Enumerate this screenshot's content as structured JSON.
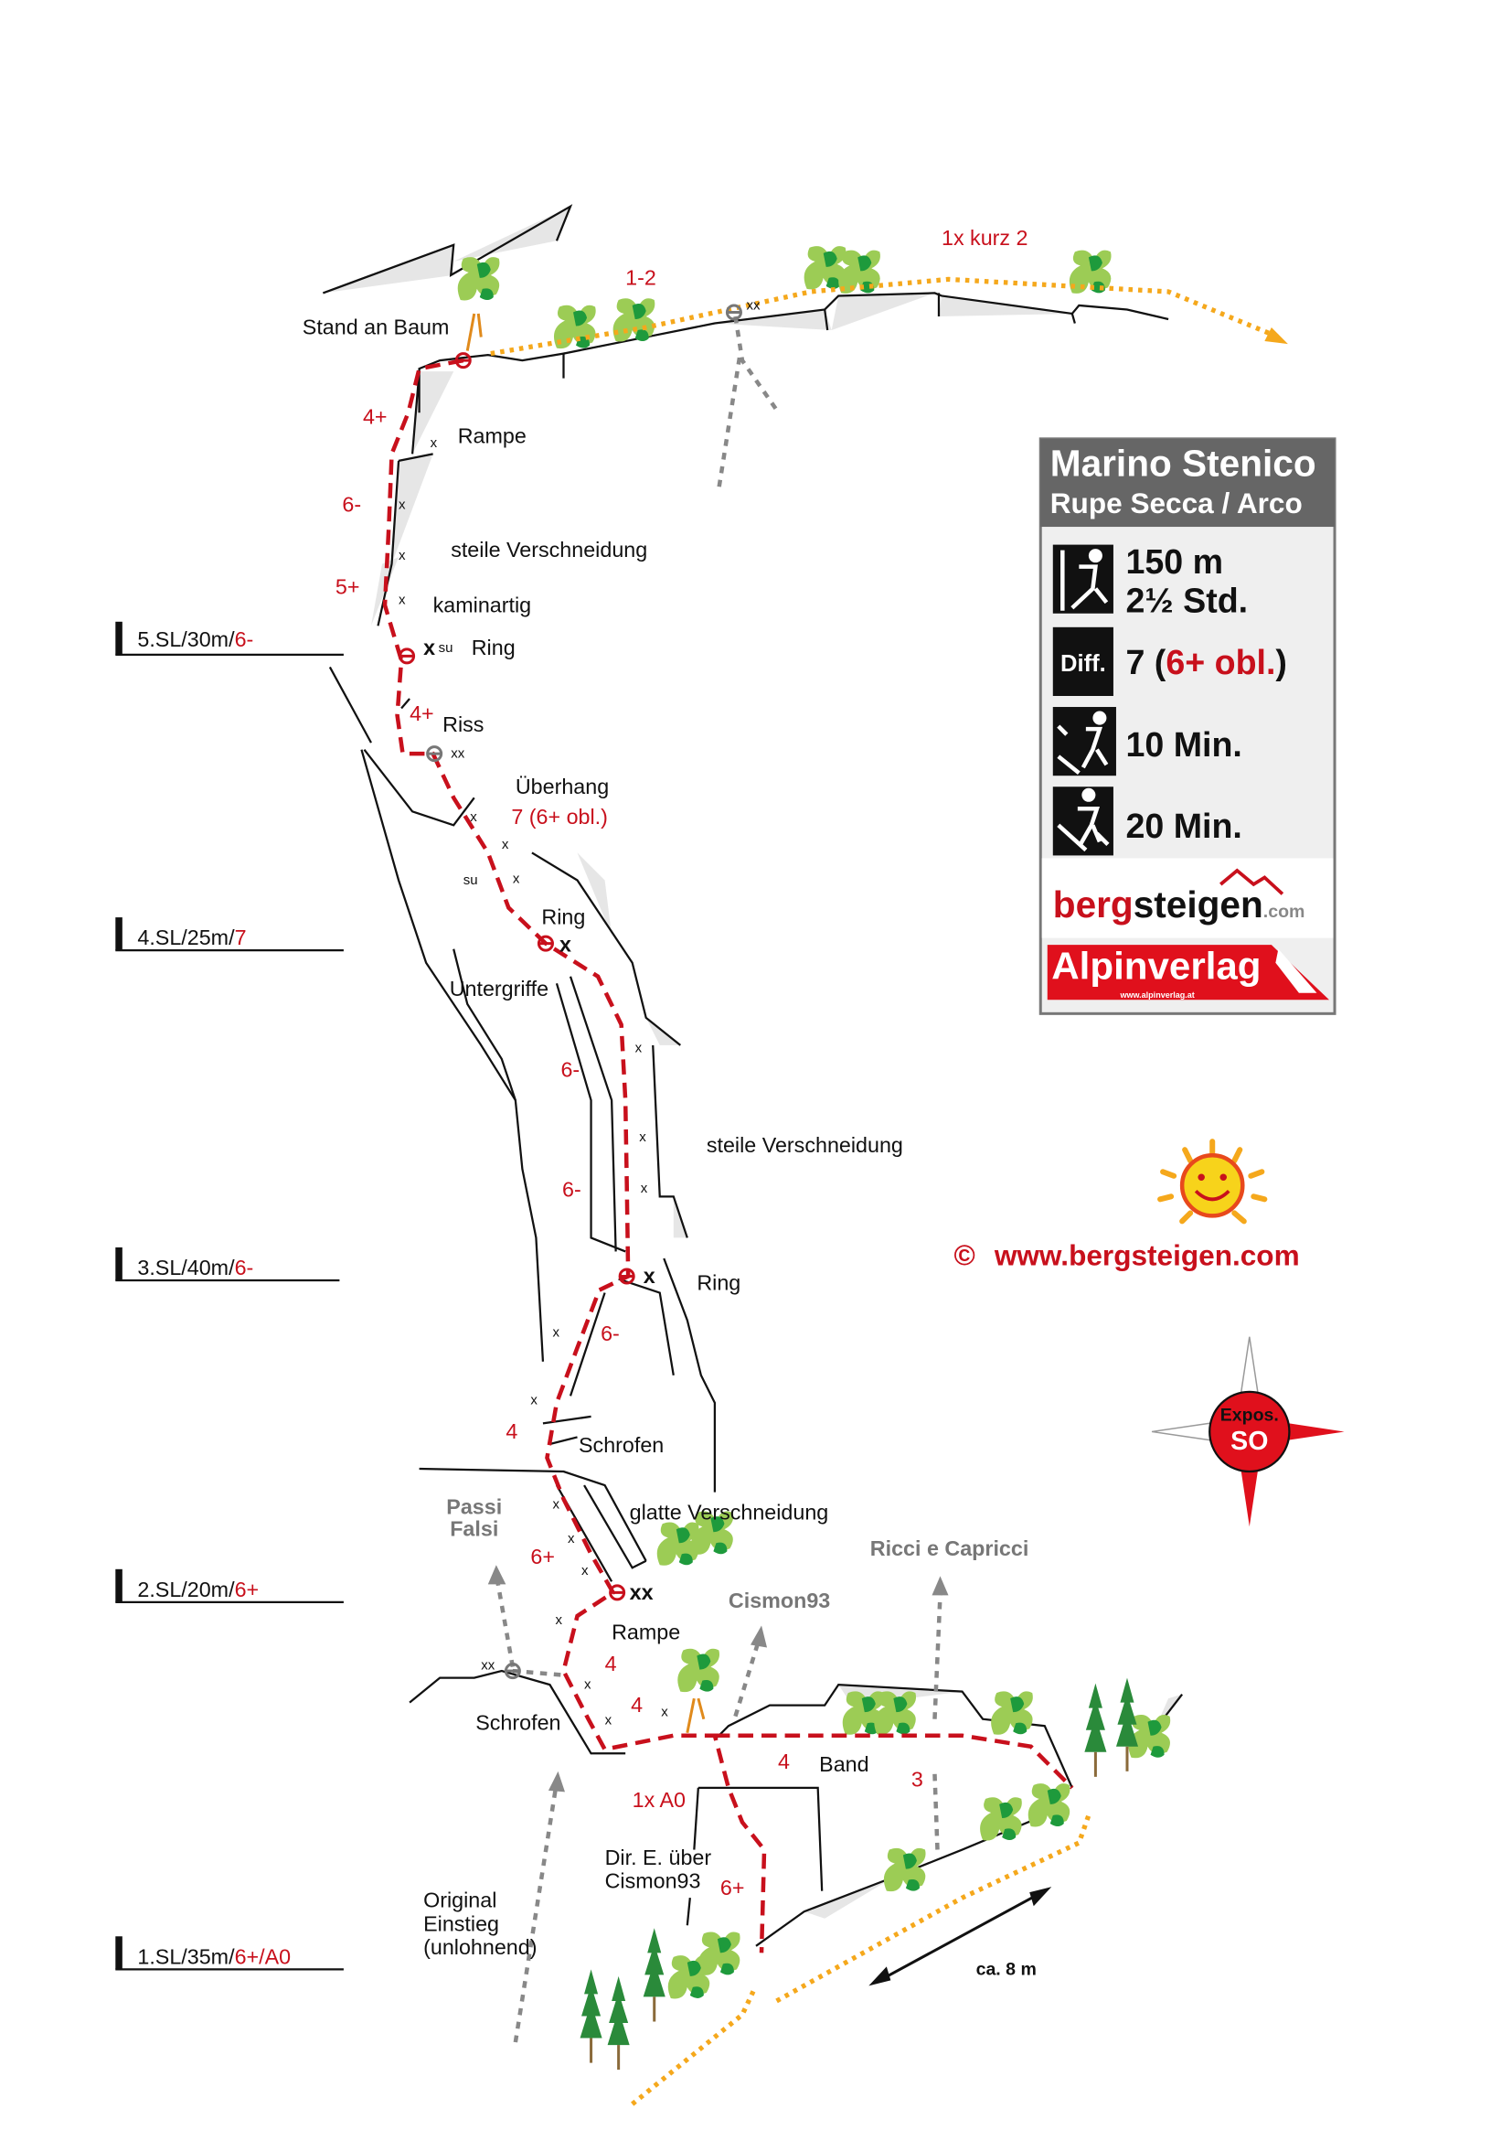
{
  "route": {
    "name": "Marino Stenico",
    "area": "Rupe Secca / Arco",
    "length": "150 m",
    "duration": "2½ Std.",
    "difficulty_label": "Diff.",
    "difficulty_main": "7 (",
    "difficulty_obl": "6+ obl.",
    "difficulty_close": ")",
    "approach": "10 Min.",
    "descent": "20 Min."
  },
  "logos": {
    "bergsteigen_red": "berg",
    "bergsteigen_black": "steigen",
    "bergsteigen_com": ".com",
    "alpinverlag": "Alpinverlag",
    "alpinverlag_url": "www.alpinverlag.at"
  },
  "copyright": {
    "symbol": "©",
    "url": "www.bergsteigen.com"
  },
  "compass": {
    "label": "Expos.",
    "direction": "SO"
  },
  "pitches": [
    {
      "name": "5.SL/30m/",
      "grade": "6-"
    },
    {
      "name": "4.SL/25m/",
      "grade": "7"
    },
    {
      "name": "3.SL/40m/",
      "grade": "6-"
    },
    {
      "name": "2.SL/20m/",
      "grade": "6+"
    },
    {
      "name": "1.SL/35m/",
      "grade": "6+/A0"
    }
  ],
  "labels": {
    "stand_an_baum": "Stand an Baum",
    "rampe_top": "Rampe",
    "steile_verschneidung_top": "steile Verschneidung",
    "kaminartig": "kaminartig",
    "ring1": "Ring",
    "riss": "Riss",
    "ueberhang": "Überhang",
    "ring2": "Ring",
    "untergriffe": "Untergriffe",
    "steile_verschneidung_mid": "steile Verschneidung",
    "ring3": "Ring",
    "schrofen_mid": "Schrofen",
    "glatte_verschneidung": "glatte Verschneidung",
    "rampe_low": "Rampe",
    "schrofen_low": "Schrofen",
    "band": "Band",
    "dir_e_1": "Dir. E. über",
    "dir_e_2": "Cismon93",
    "original_1": "Original",
    "original_2": "Einstieg",
    "original_3": "(unlohnend)",
    "ca_8m": "ca. 8 m",
    "passi_1": "Passi",
    "passi_2": "Falsi",
    "ricci": "Ricci e Capricci",
    "cismon": "Cismon93",
    "su1": "su",
    "su2": "su",
    "x": "x",
    "xx": "xx"
  },
  "grades": {
    "g12": "1-2",
    "kurz": "1x kurz 2",
    "g4p_top": "4+",
    "g6m_a": "6-",
    "g5p": "5+",
    "g4p_riss": "4+",
    "g7": "7 (6+ obl.)",
    "g6m_b": "6-",
    "g6m_c": "6-",
    "g6m_d": "6-",
    "g4_a": "4",
    "g6p": "6+",
    "g4_b": "4",
    "g4_c": "4",
    "g4_d": "4",
    "g3": "3",
    "a0": "1x A0",
    "g6p_dir": "6+"
  },
  "colors": {
    "red": "#c8101c",
    "orange": "#f5a81c",
    "gray": "#666666",
    "green": "#8dc63f"
  }
}
